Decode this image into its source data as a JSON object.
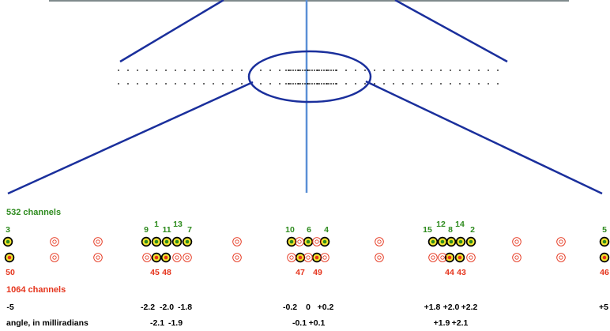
{
  "colors": {
    "green": "#2e8b1e",
    "red": "#e5341c",
    "navy": "#1a2f9c",
    "center_line": "#5a8fd6",
    "fiber_core": "#f3e630",
    "top_strip": "#7f8a8c"
  },
  "labels": {
    "channels_532": "532 channels",
    "channels_1064": "1064 channels",
    "angle_axis": "angle, in milliradians"
  },
  "fibers_532": [
    {
      "label": "3"
    },
    {
      "label": "9"
    },
    {
      "label": "1"
    },
    {
      "label": "11"
    },
    {
      "label": "13"
    },
    {
      "label": "7"
    },
    {
      "label": "10"
    },
    {
      "label": "6"
    },
    {
      "label": "4"
    },
    {
      "label": "15"
    },
    {
      "label": "12"
    },
    {
      "label": "8"
    },
    {
      "label": "14"
    },
    {
      "label": "2"
    },
    {
      "label": "5"
    }
  ],
  "fibers_1064": [
    {
      "label": "50"
    },
    {
      "label": "45"
    },
    {
      "label": "48"
    },
    {
      "label": "47"
    },
    {
      "label": "49"
    },
    {
      "label": "44"
    },
    {
      "label": "43"
    },
    {
      "label": "46"
    }
  ],
  "angles_row1": [
    {
      "label": "-5"
    },
    {
      "label": "-2.2"
    },
    {
      "label": "-2.0"
    },
    {
      "label": "-1.8"
    },
    {
      "label": "-0.2"
    },
    {
      "label": "0"
    },
    {
      "label": "+0.2"
    },
    {
      "label": "+1.8"
    },
    {
      "label": "+2.0"
    },
    {
      "label": "+2.2"
    },
    {
      "label": "+5"
    }
  ],
  "angles_row2": [
    {
      "label": "-2.1"
    },
    {
      "label": "-1.9"
    },
    {
      "label": "-0.1"
    },
    {
      "label": "+0.1"
    },
    {
      "label": "+1.9"
    },
    {
      "label": "+2.1"
    }
  ]
}
